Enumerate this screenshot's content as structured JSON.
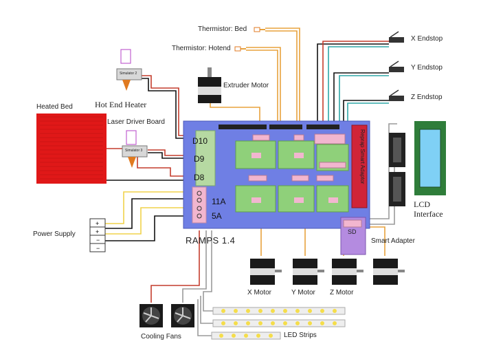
{
  "labels": {
    "thermistor_bed": "Thermistor: Bed",
    "thermistor_hotend": "Thermistor: Hotend",
    "extruder_motor": "Extruder Motor",
    "heated_bed": "Heated Bed",
    "hot_end_heater": "Hot End Heater",
    "laser_driver_board": "Laser Driver Board",
    "power_supply": "Power Supply",
    "x_endstop": "X Endstop",
    "y_endstop": "Y Endstop",
    "z_endstop": "Z Endstop",
    "lcd_interface_line1": "LCD",
    "lcd_interface_line2": "Interface",
    "smart_adapter": "Smart Adapter",
    "x_motor": "X Motor",
    "y_motor": "Y Motor",
    "z_motor": "Z Motor",
    "cooling_fans": "Cooling Fans",
    "led_strips": "LED Strips",
    "ramps": "RAMPS 1.4",
    "simulator_1": "Simulator 2",
    "simulator_2": "Simulator 3"
  },
  "pins": {
    "d10": "D10",
    "d9": "D9",
    "d8": "D8",
    "a11": "11A",
    "a5": "5A",
    "sd": "SD"
  },
  "adapter_text": "Reprap Smart Adaptor",
  "colors": {
    "board": "#6f7fe4",
    "heated_bed": "#e01818",
    "driver_green": "#8fd07a",
    "terminal_green": "#b6d9a2",
    "header_pink": "#f2b6cf",
    "adapter_red": "#d02438",
    "sd_purple": "#b48be0",
    "lcd_green": "#2f7d3a",
    "lcd_screen": "#7fd0f5",
    "wire_orange": "#e8a23c",
    "wire_red": "#c43c2c",
    "wire_black": "#111111",
    "wire_teal": "#2ea7a7",
    "wire_yellow": "#f0d24a",
    "wire_gray": "#9a9a9a",
    "led_yellow": "#f5dd4a"
  }
}
